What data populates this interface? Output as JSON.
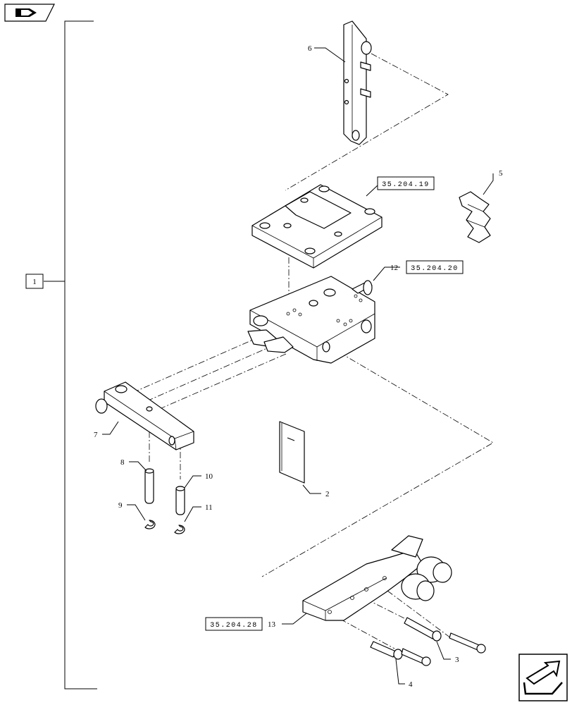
{
  "group_label": "1",
  "callouts": {
    "c2": "2",
    "c3": "3",
    "c4": "4",
    "c5": "5",
    "c6": "6",
    "c7": "7",
    "c8": "8",
    "c9": "9",
    "c10": "10",
    "c11": "11",
    "c12": "12",
    "c13": "13"
  },
  "references": {
    "cover_ref": "35.204.19",
    "valve_ref": "35.204.20",
    "coupler_ref": "35.204.28"
  },
  "icons": {
    "top_left": "previous-page-icon",
    "bottom_right": "next-page-icon"
  }
}
